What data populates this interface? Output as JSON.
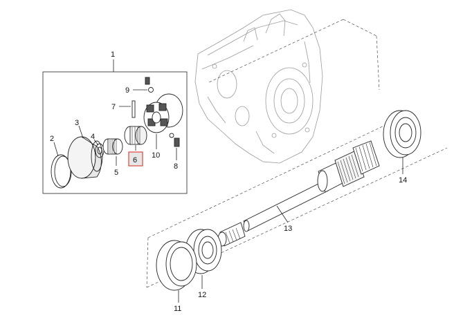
{
  "diagram": {
    "labels": {
      "p1": "1",
      "p2": "2",
      "p3": "3",
      "p4": "4",
      "p5": "5",
      "p6": "6",
      "p7": "7",
      "p8": "8",
      "p9": "9",
      "p10": "10",
      "p11": "11",
      "p12": "12",
      "p13": "13",
      "p14": "14"
    },
    "highlighted_part": "6",
    "highlight_color": "#d9453b",
    "highlight_fill": "#e6e6e6",
    "housing_color": "#9a9a9a",
    "line_color": "#222222"
  }
}
